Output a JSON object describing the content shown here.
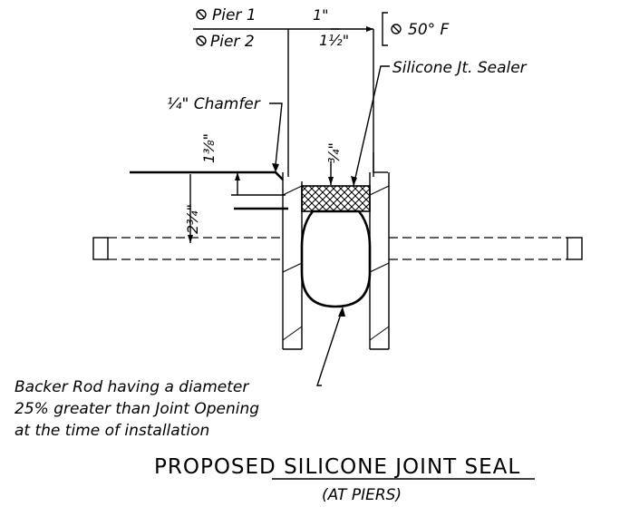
{
  "labels": {
    "pier1": "Pier 1",
    "pier2": "Pier 2",
    "dim_1": "1\"",
    "dim_1_half": "1½\"",
    "temp": "50° F",
    "sealer": "Silicone Jt. Sealer",
    "chamfer": "¼\" Chamfer",
    "dim_3_8": "1⅜\"",
    "dim_3_4": "¾\"",
    "dim_2_3_4": "2¾\"",
    "backer_line1": "Backer Rod having a diameter",
    "backer_line2": "25% greater than Joint Opening",
    "backer_line3": "at the time of installation",
    "title": "PROPOSED SILICONE JOINT SEAL",
    "subtitle": "(AT PIERS)"
  },
  "icons": {
    "pier1_symbol": "pier-symbol",
    "pier2_symbol": "pier-symbol",
    "temp_symbol": "pier-symbol"
  }
}
